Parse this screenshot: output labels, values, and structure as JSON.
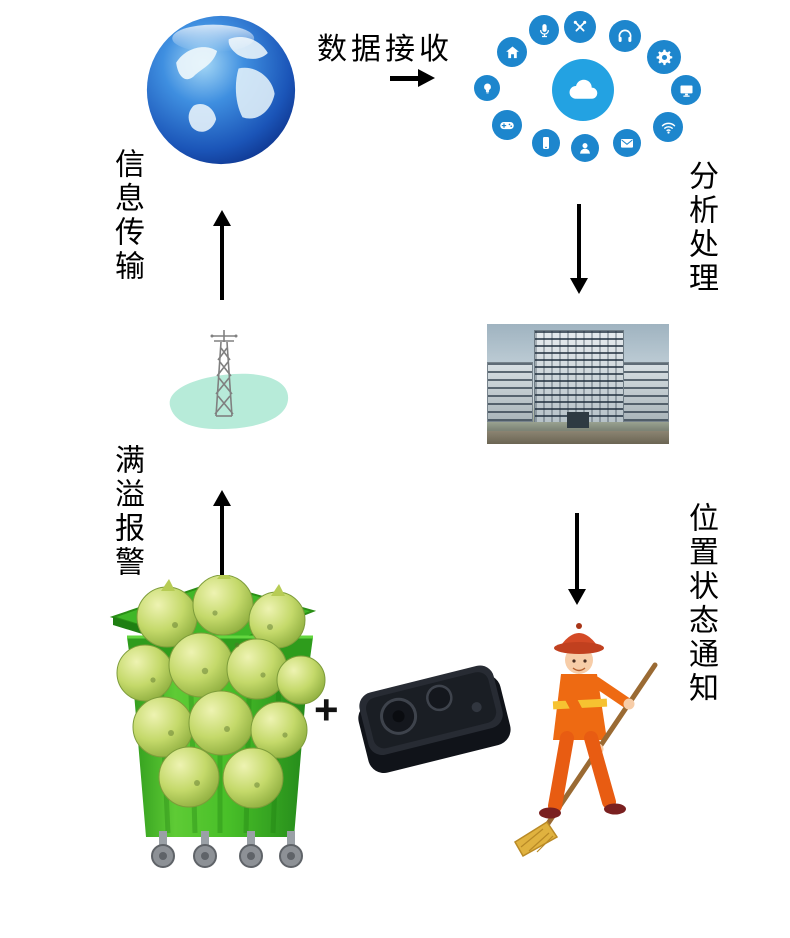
{
  "labels": {
    "data_receive": "数据接收",
    "analysis_processing": "分析处理",
    "location_status_notice": "位置状态通知",
    "overflow_alarm": "满溢报警",
    "info_transmission": "信息传输",
    "plus": "+"
  },
  "iot_cluster": {
    "center_icon": "cloud",
    "ring_icons": [
      "lightbulb",
      "home",
      "microphone",
      "tools",
      "headphones",
      "gear",
      "monitor",
      "wifi",
      "mail",
      "person",
      "phone",
      "gamepad"
    ]
  },
  "colors": {
    "icon_blue": "#1d86cd",
    "cloud_center_blue": "#23a2e2",
    "bin_green": "#3db32a",
    "bag_green": "#c4d96a",
    "blob_teal": "#b7ebd9",
    "worker_orange": "#ee6a12",
    "arrow": "#000000"
  }
}
